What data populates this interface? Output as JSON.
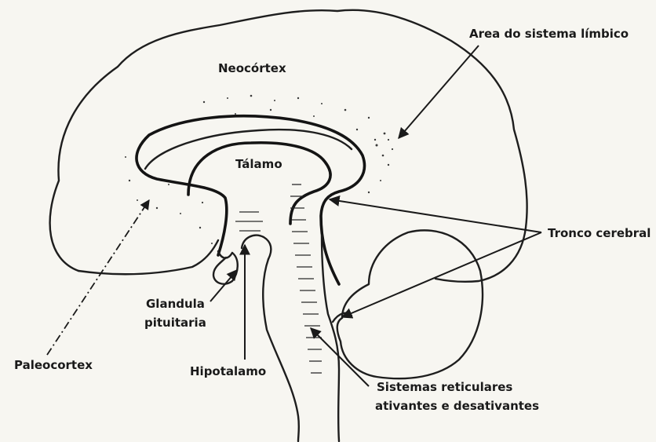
{
  "labels": {
    "neocortex": "Neocórtex",
    "talamo": "Tálamo",
    "area_limbico": "Area do sistema límbico",
    "tronco": "Tronco cerebral",
    "glandula_l1": "Glandula",
    "glandula_l2": "pituitaria",
    "hipotalamo": "Hipotalamo",
    "paleocortex": "Paleocortex",
    "sistemas_l1": "Sistemas reticulares",
    "sistemas_l2": "ativantes e desativantes"
  },
  "colors": {
    "ink": "#1a1a1a",
    "paper": "#f7f6f1"
  }
}
